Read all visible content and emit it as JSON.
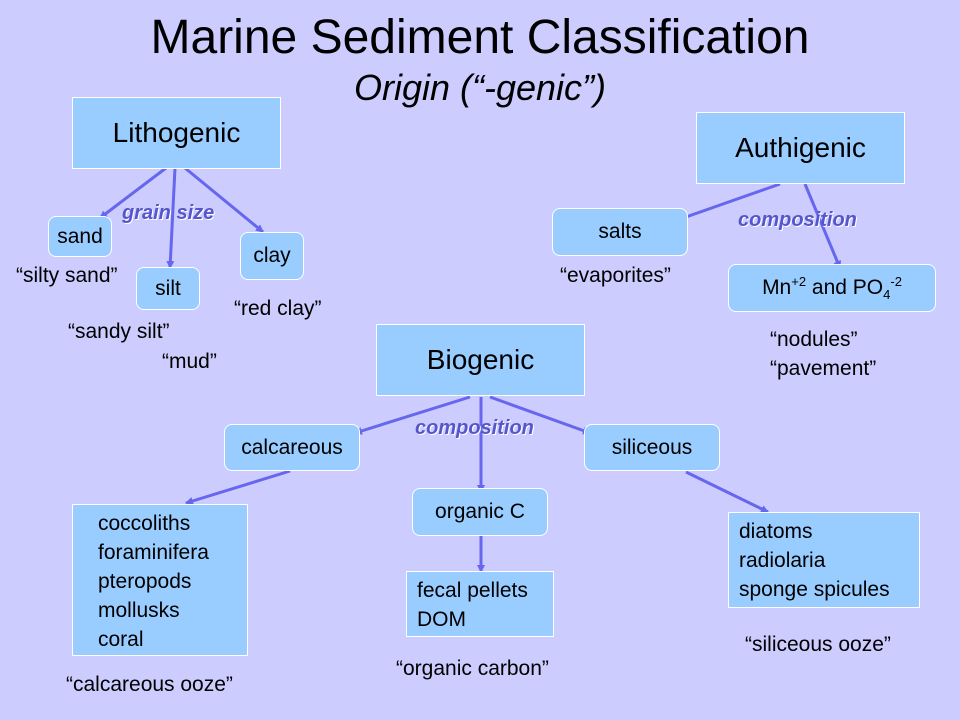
{
  "title": "Marine Sediment Classification",
  "subtitle": "Origin (“-genic”)",
  "colors": {
    "background": "#ccccff",
    "box": "#99ccff",
    "arrow": "#6666ee",
    "category_label": "#5555cc"
  },
  "lithogenic": {
    "label": "Lithogenic",
    "category": "grain size",
    "children": [
      "sand",
      "silt",
      "clay"
    ],
    "notes": {
      "sand": "“silty sand”",
      "silt": "“sandy silt”",
      "mud": "“mud”",
      "clay": "“red clay”"
    }
  },
  "authigenic": {
    "label": "Authigenic",
    "category": "composition",
    "salts": "salts",
    "salts_note": "“evaporites”",
    "mn": {
      "base": "Mn",
      "sup1": "+2",
      "mid": " and PO",
      "sub": "4",
      "sup2": "-2"
    },
    "mn_notes": [
      "“nodules”",
      "“pavement”"
    ]
  },
  "biogenic": {
    "label": "Biogenic",
    "category": "composition",
    "calcareous": "calcareous",
    "calcareous_items": [
      "coccoliths",
      "foraminifera",
      "pteropods",
      "mollusks",
      "coral"
    ],
    "calcareous_note": "“calcareous ooze”",
    "organic": "organic C",
    "organic_items": [
      "fecal pellets",
      "DOM"
    ],
    "organic_note": "“organic carbon”",
    "siliceous": "siliceous",
    "siliceous_items": [
      "diatoms",
      "radiolaria",
      "sponge spicules"
    ],
    "siliceous_note": "“siliceous ooze”"
  }
}
